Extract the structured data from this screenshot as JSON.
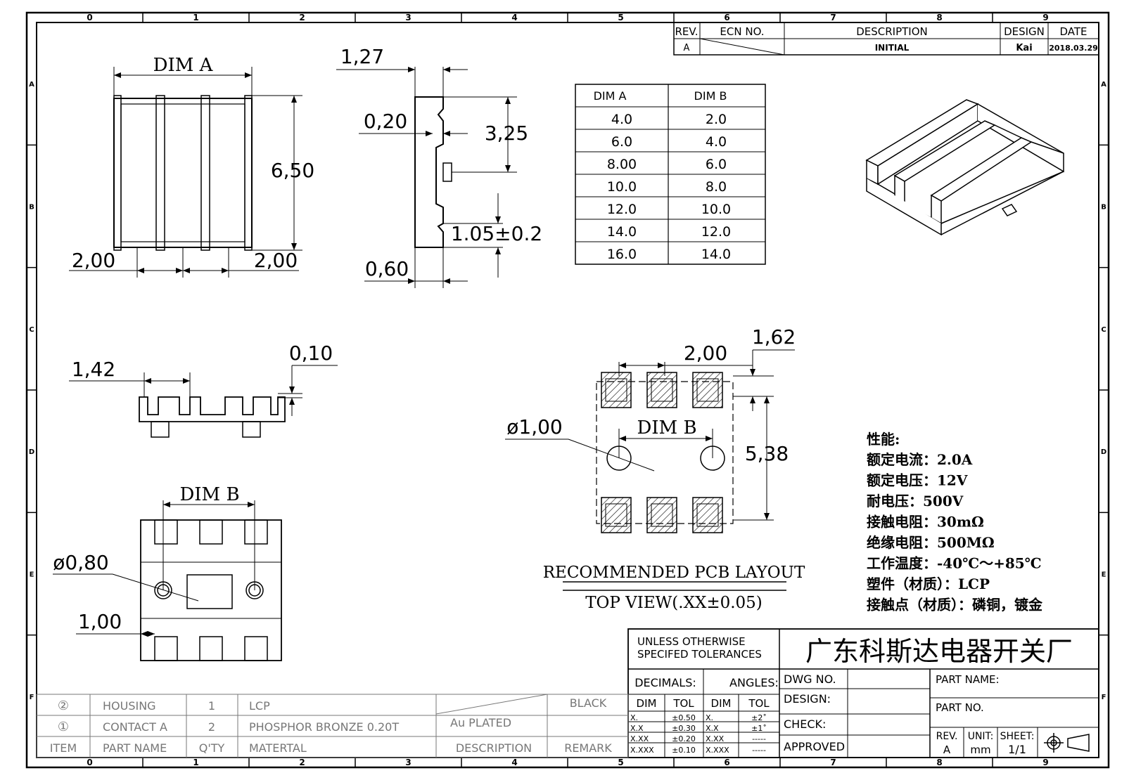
{
  "border": {
    "col_labels": [
      "0",
      "1",
      "2",
      "3",
      "4",
      "5",
      "6",
      "7",
      "8",
      "9"
    ],
    "row_labels": [
      "A",
      "B",
      "C",
      "D",
      "E",
      "F"
    ]
  },
  "revision_block": {
    "headers": {
      "rev": "REV.",
      "ecn": "ECN NO.",
      "description": "DESCRIPTION",
      "design": "DESIGN",
      "date": "DATE"
    },
    "row": {
      "rev": "A",
      "ecn": "",
      "description": "INITIAL",
      "design": "Kai",
      "date": "2018.03.29"
    }
  },
  "front_view": {
    "dim_a_label": "DIM A",
    "height": "6,50",
    "left_margin": "2,00",
    "right_margin": "2,00"
  },
  "side_view": {
    "d_1_27": "1,27",
    "d_0_20": "0,20",
    "d_3_25": "3,25",
    "d_1_05": "1.05±0.2",
    "d_0_60": "0,60"
  },
  "dim_table": {
    "headers": [
      "DIM A",
      "DIM B"
    ],
    "rows": [
      [
        "4.0",
        "2.0"
      ],
      [
        "6.0",
        "4.0"
      ],
      [
        "8.00",
        "6.0"
      ],
      [
        "10.0",
        "8.0"
      ],
      [
        "12.0",
        "10.0"
      ],
      [
        "14.0",
        "12.0"
      ],
      [
        "16.0",
        "14.0"
      ]
    ]
  },
  "bottom_profile": {
    "d_1_42": "1,42",
    "d_0_10": "0,10"
  },
  "bottom_view": {
    "dim_b_label": "DIM B",
    "hole_dia": "ø0,80",
    "d_1_00": "1,00"
  },
  "pcb_layout": {
    "d_2_00": "2,00",
    "d_1_62": "1,62",
    "hole_dia": "ø1,00",
    "dim_b_label": "DIM B",
    "d_5_38": "5,38",
    "title": "RECOMMENDED PCB LAYOUT",
    "subtitle": "TOP VIEW(.XX±0.05)"
  },
  "specs": {
    "heading": "性能:",
    "lines": [
      "额定电流：2.0A",
      "额定电压：12V",
      "耐电压：500V",
      "接触电阻：30mΩ",
      "绝缘电阻：500MΩ",
      "工作温度：-40℃～+85℃",
      "塑件（材质）：LCP",
      "接触点（材质）：磷铜，镀金"
    ]
  },
  "title_block": {
    "tolerance_heading_1": "UNLESS OTHERWISE",
    "tolerance_heading_2": "SPECIFED TOLERANCES",
    "company": "广东科斯达电器开关厂",
    "decimals": "DECIMALS:",
    "angles": "ANGLES:",
    "dec_headers": [
      "DIM",
      "TOL"
    ],
    "dec_rows": [
      [
        "X.",
        "±0.50"
      ],
      [
        "X.X",
        "±0.30"
      ],
      [
        "X.XX",
        "±0.20"
      ],
      [
        "X.XXX",
        "±0.10"
      ]
    ],
    "ang_headers": [
      "DIM",
      "TOL"
    ],
    "ang_rows": [
      [
        "X.",
        "±2˚"
      ],
      [
        "X.X",
        "±1˚"
      ],
      [
        "X.XX",
        "-----"
      ],
      [
        "X.XXX",
        "-----"
      ]
    ],
    "dwg_no": "DWG NO.",
    "design": "DESIGN:",
    "check": "CHECK:",
    "approved": "APPROVED",
    "part_name": "PART NAME:",
    "part_no": "PART NO.",
    "rev_label": "REV.",
    "rev_value": "A",
    "unit_label": "UNIT:",
    "unit_value": "mm",
    "sheet_label": "SHEET:",
    "sheet_value": "1/1"
  },
  "bom": {
    "rows": [
      {
        "item": "②",
        "part_name": "HOUSING",
        "qty": "1",
        "material": "LCP",
        "description": "",
        "remark": "BLACK"
      },
      {
        "item": "①",
        "part_name": "CONTACT A",
        "qty": "2",
        "material": "PHOSPHOR BRONZE 0.20T",
        "description": "Au PLATED",
        "remark": ""
      }
    ],
    "headers": {
      "item": "ITEM",
      "part_name": "PART NAME",
      "qty": "Q'TY",
      "material": "MATERTAL",
      "description": "DESCRIPTION",
      "remark": "REMARK"
    }
  }
}
